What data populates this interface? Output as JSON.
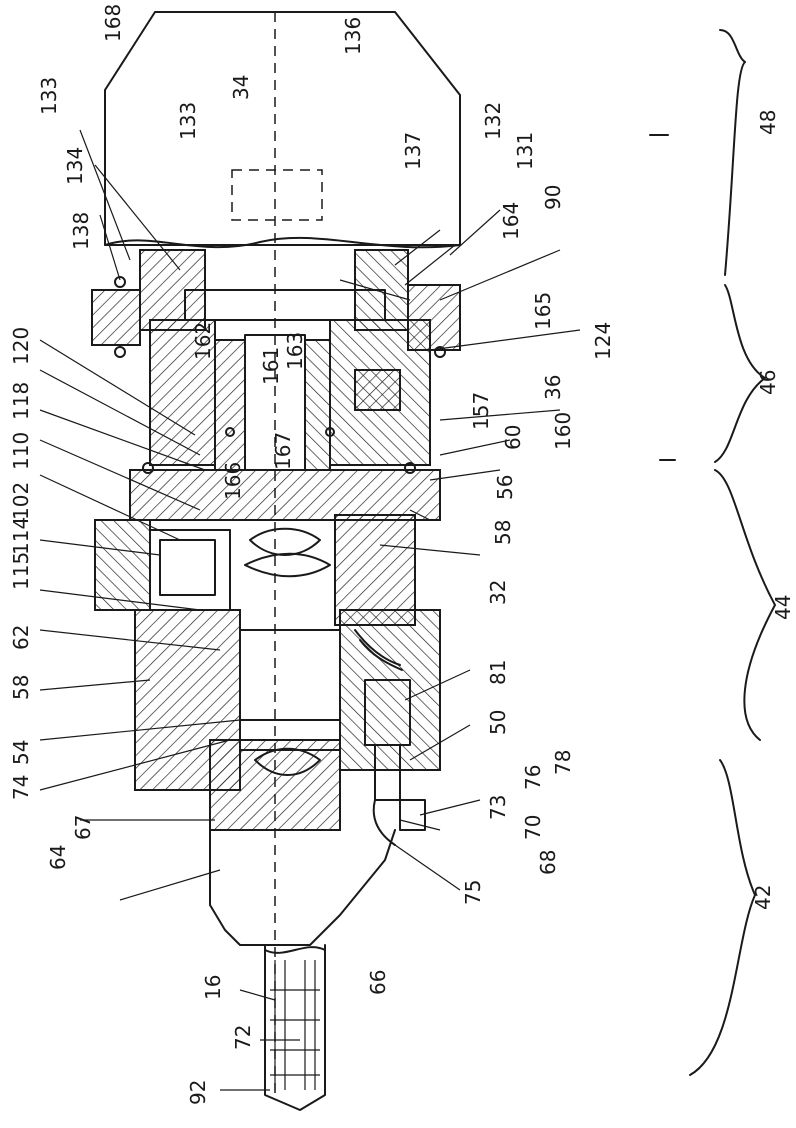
{
  "reference_numerals": [
    {
      "id": "168",
      "text": "168"
    },
    {
      "id": "136",
      "text": "136"
    },
    {
      "id": "34",
      "text": "34"
    },
    {
      "id": "133a",
      "text": "133"
    },
    {
      "id": "133b",
      "text": "133"
    },
    {
      "id": "134",
      "text": "134"
    },
    {
      "id": "137",
      "text": "137"
    },
    {
      "id": "132",
      "text": "132"
    },
    {
      "id": "131",
      "text": "131"
    },
    {
      "id": "138",
      "text": "138"
    },
    {
      "id": "164",
      "text": "164"
    },
    {
      "id": "90",
      "text": "90"
    },
    {
      "id": "48",
      "text": "48"
    },
    {
      "id": "162",
      "text": "162"
    },
    {
      "id": "161",
      "text": "161"
    },
    {
      "id": "163",
      "text": "163"
    },
    {
      "id": "165",
      "text": "165"
    },
    {
      "id": "124",
      "text": "124"
    },
    {
      "id": "46",
      "text": "46"
    },
    {
      "id": "120",
      "text": "120"
    },
    {
      "id": "118",
      "text": "118"
    },
    {
      "id": "110",
      "text": "110"
    },
    {
      "id": "167",
      "text": "167"
    },
    {
      "id": "166",
      "text": "166"
    },
    {
      "id": "36",
      "text": "36"
    },
    {
      "id": "157",
      "text": "157"
    },
    {
      "id": "60",
      "text": "60"
    },
    {
      "id": "160",
      "text": "160"
    },
    {
      "id": "102",
      "text": "102"
    },
    {
      "id": "114",
      "text": "114"
    },
    {
      "id": "56",
      "text": "56"
    },
    {
      "id": "58a",
      "text": "58"
    },
    {
      "id": "115",
      "text": "115"
    },
    {
      "id": "32",
      "text": "32"
    },
    {
      "id": "44",
      "text": "44"
    },
    {
      "id": "62",
      "text": "62"
    },
    {
      "id": "58b",
      "text": "58"
    },
    {
      "id": "81",
      "text": "81"
    },
    {
      "id": "50",
      "text": "50"
    },
    {
      "id": "54",
      "text": "54"
    },
    {
      "id": "74",
      "text": "74"
    },
    {
      "id": "78",
      "text": "78"
    },
    {
      "id": "76",
      "text": "76"
    },
    {
      "id": "73",
      "text": "73"
    },
    {
      "id": "70",
      "text": "70"
    },
    {
      "id": "67",
      "text": "67"
    },
    {
      "id": "64",
      "text": "64"
    },
    {
      "id": "68",
      "text": "68"
    },
    {
      "id": "75",
      "text": "75"
    },
    {
      "id": "42",
      "text": "42"
    },
    {
      "id": "16",
      "text": "16"
    },
    {
      "id": "66",
      "text": "66"
    },
    {
      "id": "72",
      "text": "72"
    },
    {
      "id": "92",
      "text": "92"
    }
  ]
}
